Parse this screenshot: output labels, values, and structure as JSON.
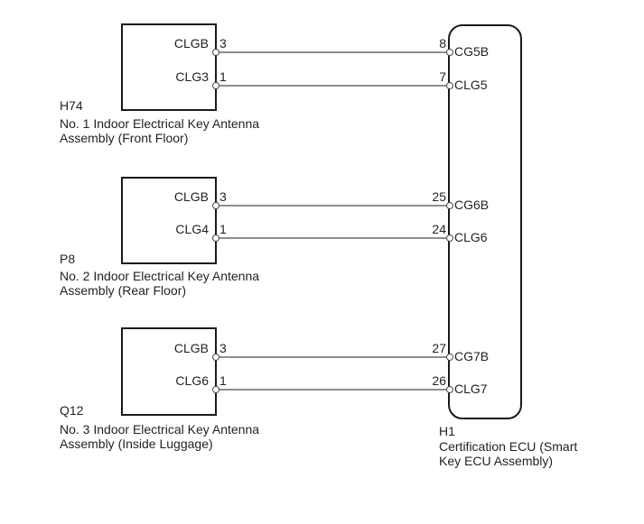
{
  "colors": {
    "background": "#ffffff",
    "text": "#231f20",
    "box_border": "#1a1a1a",
    "wire": "#8e8e8e",
    "pin_circle_stroke": "#4a4a4a",
    "pin_circle_fill": "#ffffff"
  },
  "diagram": {
    "components": [
      {
        "id": "H74",
        "caption_line1": "No. 1 Indoor Electrical Key Antenna",
        "caption_line2": "Assembly (Front Floor)",
        "pins": [
          {
            "terminal": "CLGB",
            "number": "3"
          },
          {
            "terminal": "CLG3",
            "number": "1"
          }
        ]
      },
      {
        "id": "P8",
        "caption_line1": "No. 2 Indoor Electrical Key Antenna",
        "caption_line2": "Assembly (Rear Floor)",
        "pins": [
          {
            "terminal": "CLGB",
            "number": "3"
          },
          {
            "terminal": "CLG4",
            "number": "1"
          }
        ]
      },
      {
        "id": "Q12",
        "caption_line1": "No. 3 Indoor Electrical Key Antenna",
        "caption_line2": "Assembly (Inside Luggage)",
        "pins": [
          {
            "terminal": "CLGB",
            "number": "3"
          },
          {
            "terminal": "CLG6",
            "number": "1"
          }
        ]
      }
    ],
    "ecu": {
      "id": "H1",
      "caption_line1": "Certification ECU (Smart",
      "caption_line2": "Key ECU Assembly)",
      "pins": [
        {
          "number": "8",
          "terminal": "CG5B"
        },
        {
          "number": "7",
          "terminal": "CLG5"
        },
        {
          "number": "25",
          "terminal": "CG6B"
        },
        {
          "number": "24",
          "terminal": "CLG6"
        },
        {
          "number": "27",
          "terminal": "CG7B"
        },
        {
          "number": "26",
          "terminal": "CLG7"
        }
      ]
    }
  }
}
